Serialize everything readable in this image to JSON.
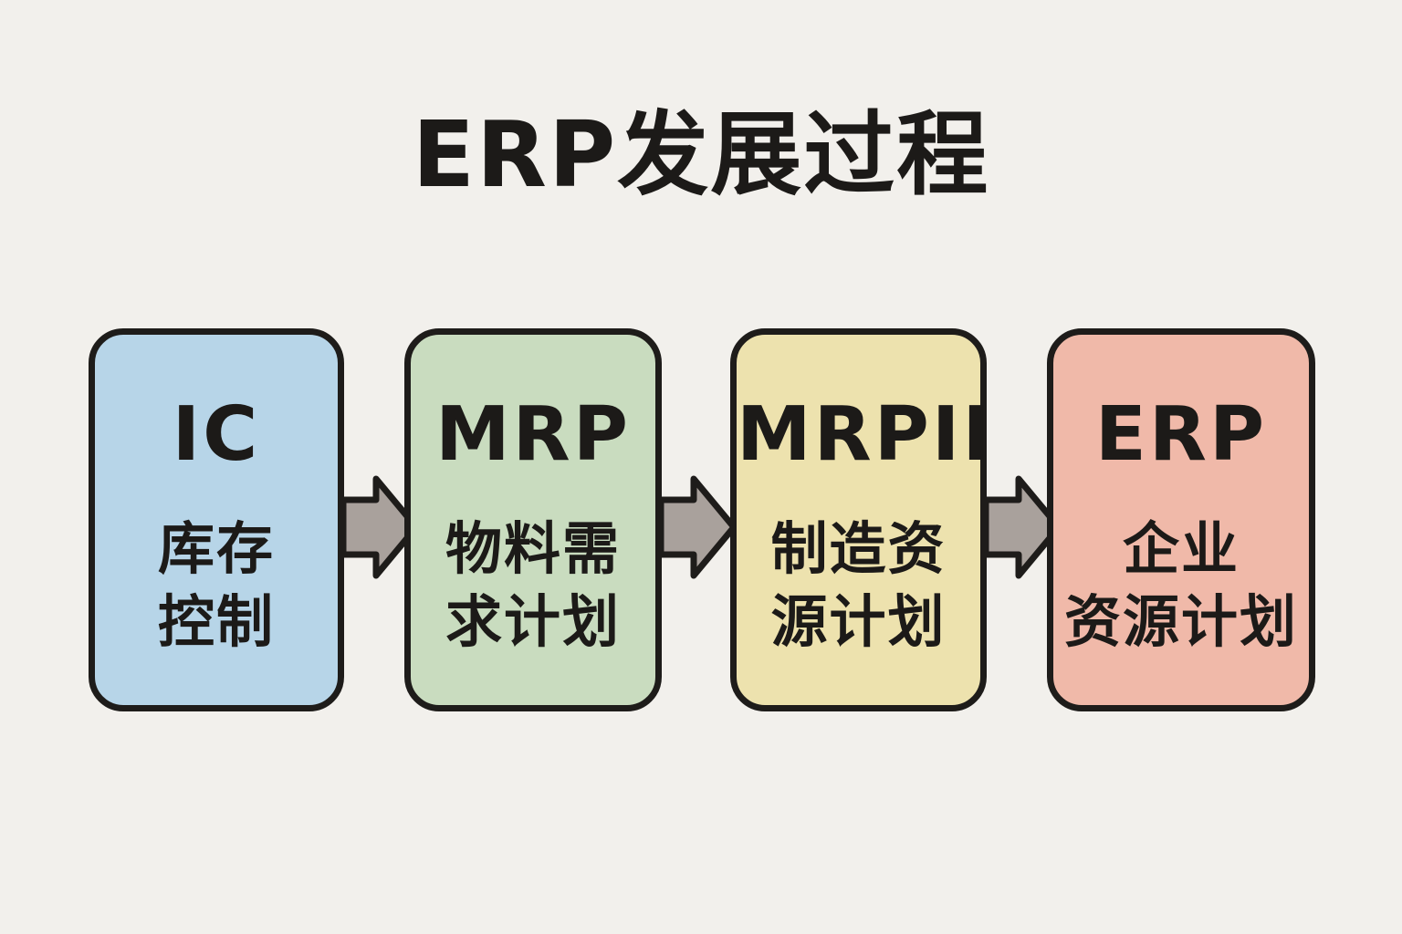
{
  "title": "ERP发展过程",
  "colors": {
    "background": "#f2f0ec",
    "outline": "#1e1c1a",
    "arrow_fill": "#a9a19c",
    "stage_ic": "#b7d5e8",
    "stage_mrp": "#c9dcbf",
    "stage_mrp2": "#ede2ae",
    "stage_erp": "#f0b9a9"
  },
  "stages": [
    {
      "abbr": "IC",
      "desc_lines": [
        "库存",
        "控制"
      ],
      "color": "#b7d5e8"
    },
    {
      "abbr": "MRP",
      "desc_lines": [
        "物料需",
        "求计划"
      ],
      "color": "#c9dcbf"
    },
    {
      "abbr": "MRPII",
      "desc_lines": [
        "制造资",
        "源计划"
      ],
      "color": "#ede2ae"
    },
    {
      "abbr": "ERP",
      "desc_lines": [
        "企业",
        "资源计划"
      ],
      "color": "#f0b9a9"
    }
  ],
  "arrows": [
    {
      "from": "IC",
      "to": "MRP",
      "icon": "right-arrow-icon"
    },
    {
      "from": "MRP",
      "to": "MRPII",
      "icon": "right-arrow-icon"
    },
    {
      "from": "MRPII",
      "to": "ERP",
      "icon": "right-arrow-icon"
    }
  ]
}
